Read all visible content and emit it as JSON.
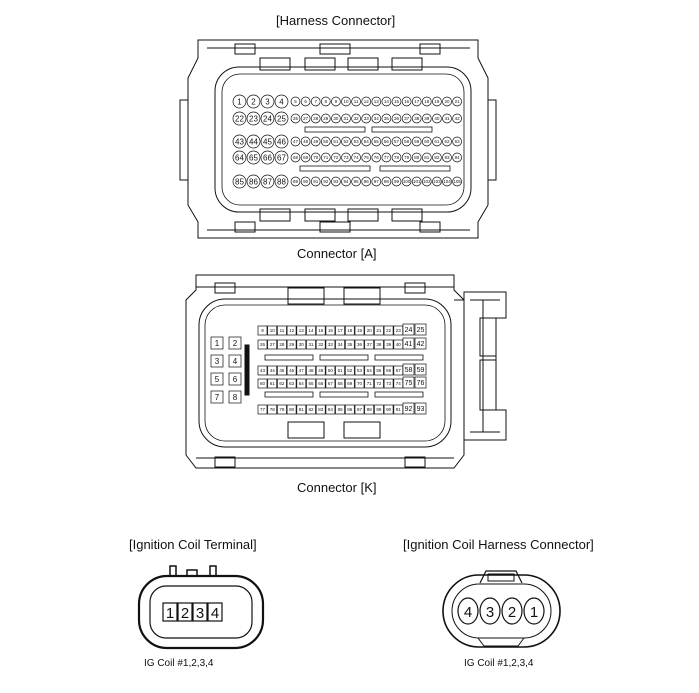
{
  "harness_connector": {
    "title": "[Harness Connector]",
    "connector_a": {
      "caption": "Connector [A]",
      "big_pins": [
        [
          "1",
          "2",
          "3",
          "4"
        ],
        [
          "22",
          "23",
          "24",
          "25"
        ],
        [
          "43",
          "44",
          "45",
          "46"
        ],
        [
          "64",
          "65",
          "66",
          "67"
        ],
        [
          "85",
          "86",
          "87",
          "88"
        ]
      ],
      "small_pin_rows": [
        {
          "start": 5,
          "end": 21
        },
        {
          "start": 26,
          "end": 42
        },
        {
          "start": 47,
          "end": 63
        },
        {
          "start": 68,
          "end": 84
        },
        {
          "start": 89,
          "end": 105
        }
      ]
    },
    "connector_k": {
      "caption": "Connector [K]",
      "left_pins": [
        [
          "1",
          "2"
        ],
        [
          "3",
          "4"
        ],
        [
          "5",
          "6"
        ],
        [
          "7",
          "8"
        ]
      ],
      "small_pin_rows": [
        {
          "start": 9,
          "end": 23
        },
        {
          "start": 26,
          "end": 40
        },
        {
          "start": 43,
          "end": 57
        },
        {
          "start": 60,
          "end": 74
        },
        {
          "start": 77,
          "end": 91
        }
      ],
      "right_pins": [
        [
          "24",
          "25"
        ],
        [
          "41",
          "42"
        ],
        [
          "58",
          "59"
        ],
        [
          "75",
          "76"
        ],
        [
          "92",
          "93"
        ]
      ]
    }
  },
  "ignition_coil_terminal": {
    "title": "[Ignition Coil Terminal]",
    "pins": [
      "1",
      "2",
      "3",
      "4"
    ],
    "caption": "IG Coil #1,2,3,4"
  },
  "ignition_coil_harness_connector": {
    "title": "[Ignition Coil Harness Connector]",
    "pins": [
      "4",
      "3",
      "2",
      "1"
    ],
    "caption": "IG Coil #1,2,3,4"
  }
}
